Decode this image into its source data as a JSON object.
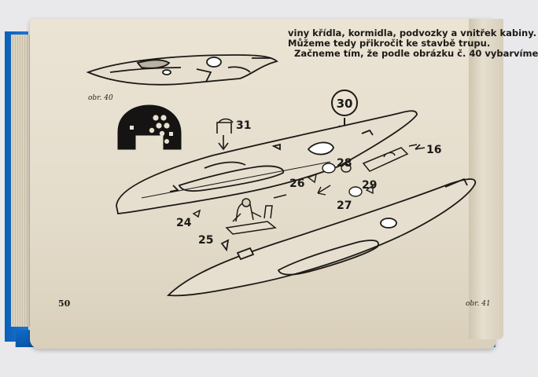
{
  "text": {
    "lines": [
      "viny křídla, kormidla, podvozky a vnitřek kabiny.",
      "Můžeme tedy přikročit ke stavbě trupu.",
      "Začneme tím, že podle obrázku č. 40 vybarvíme"
    ]
  },
  "captions": {
    "fig40": "obr. 40",
    "fig41": "obr. 41"
  },
  "page_number": "50",
  "part_numbers": {
    "p30": "30",
    "p31": "31",
    "p16": "16",
    "p28": "28",
    "p26": "26",
    "p29": "29",
    "p27": "27",
    "p24": "24",
    "p25": "25"
  }
}
